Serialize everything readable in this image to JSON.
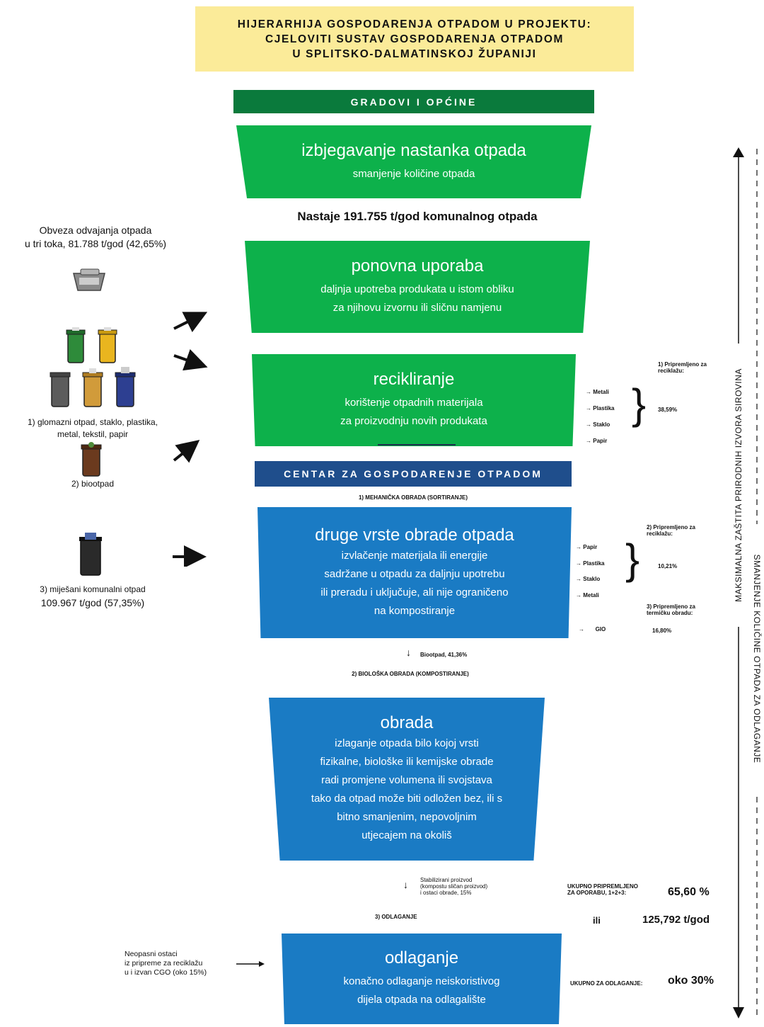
{
  "title": {
    "line1": "HIJERARHIJA GOSPODARENJA OTPADOM U PROJEKTU:",
    "line2": "CJELOVITI SUSTAV GOSPODARENJA OTPADOM",
    "line3": "U SPLITSKO-DALMATINSKOJ ŽUPANIJI"
  },
  "bands": {
    "cities": "GRADOVI I OPĆINE",
    "center": "CENTAR ZA GOSPODARENJE OTPADOM"
  },
  "levels": {
    "avoid": {
      "heading": "izbjegavanje nastanka otpada",
      "line1": "smanjenje količine otpada"
    },
    "reuse": {
      "heading": "ponovna uporaba",
      "line1": "daljnja upotreba produkata u istom obliku",
      "line2": "za njihovu izvornu ili sličnu namjenu"
    },
    "recycle": {
      "heading": "recikliranje",
      "line1": "korištenje otpadnih materijala",
      "line2": "za proizvodnju novih produkata"
    },
    "other": {
      "heading": "druge vrste obrade otpada",
      "line1": "izvlačenje materijala ili energije",
      "line2": "sadržane u otpadu za daljnju upotrebu",
      "line3": "ili preradu i uključuje, ali nije ograničeno",
      "line4": "na kompostiranje"
    },
    "treatment": {
      "heading": "obrada",
      "line1": "izlaganje otpada bilo kojoj vrsti",
      "line2": "fizikalne, biološke ili kemijske obrade",
      "line3": "radi promjene volumena ili svojstava",
      "line4": "tako da otpad može biti odložen bez, ili s",
      "line5": "bitno smanjenim, nepovoljnim",
      "line6": "utjecajem na okoliš"
    },
    "disposal": {
      "heading": "odlaganje",
      "line1": "konačno odlaganje neiskoristivog",
      "line2": "dijela otpada na odlagalište"
    }
  },
  "generated": "Nastaje 191.755 t/god komunalnog otpada",
  "left": {
    "obligation_line1": "Obveza odvajanja otpada",
    "obligation_line2": "u tri toka, 81.788 t/god (42,65%)",
    "stream1_line1": "1) glomazni otpad, staklo, plastika,",
    "stream1_line2": "metal, tekstil, papir",
    "stream2": "2) biootpad",
    "stream3_line1": "3) miješani komunalni otpad",
    "stream3_line2": "109.967 t/god (57,35%)",
    "residue_line1": "Neopasni ostaci",
    "residue_line2": "iz pripreme za reciklažu",
    "residue_line3": "u i izvan CGO (oko 15%)"
  },
  "steps": {
    "mechanical": "1) MEHANIČKA OBRADA (SORTIRANJE)",
    "bio_label": "Biootpad, 41,36%",
    "biological": "2) BIOLOŠKA OBRADA (KOMPOSTIRANJE)",
    "stab_line1": "Stabilizirani proizvod",
    "stab_line2": "(kompostu sličan proizvod)",
    "stab_line3": "i ostaci obrade, 15%",
    "landfill": "3) ODLAGANJE"
  },
  "right": {
    "prep1_line1": "1) Pripremljeno za",
    "prep1_line2": "reciklažu:",
    "list1": [
      "Metali",
      "Plastika",
      "Staklo",
      "Papir"
    ],
    "pct1": "38,59%",
    "prep2_line1": "2) Pripremljeno za",
    "prep2_line2": "reciklažu:",
    "list2": [
      "Papir",
      "Plastika",
      "Staklo",
      "Metali"
    ],
    "pct2": "10,21%",
    "prep3_line1": "3) Pripremljeno za",
    "prep3_line2": "termičku obradu:",
    "gio": "GIO",
    "pct3": "16,80%",
    "total_prep_line1": "UKUPNO PRIPREMLJENO",
    "total_prep_line2": "ZA OPORABU, 1+2+3:",
    "total_pct": "65,60 %",
    "ili": "ili",
    "total_t": "125,792 t/god",
    "total_disposal_label": "UKUPNO ZA ODLAGANJE:",
    "total_disposal_val": "oko 30%"
  },
  "vertical": {
    "left_text": "MAKSIMALNA ZAŠTITA PRIRODNIH IZVORA SIROVINA",
    "right_text": "SMANJENJE KOLIČINE OTPADA ZA ODLAGANJE"
  },
  "colors": {
    "green": "#0db14b",
    "dark_green": "#0a7a3c",
    "blue": "#1a7bc4",
    "navy": "#1f4e8c",
    "title_bg": "#fbeb99"
  }
}
